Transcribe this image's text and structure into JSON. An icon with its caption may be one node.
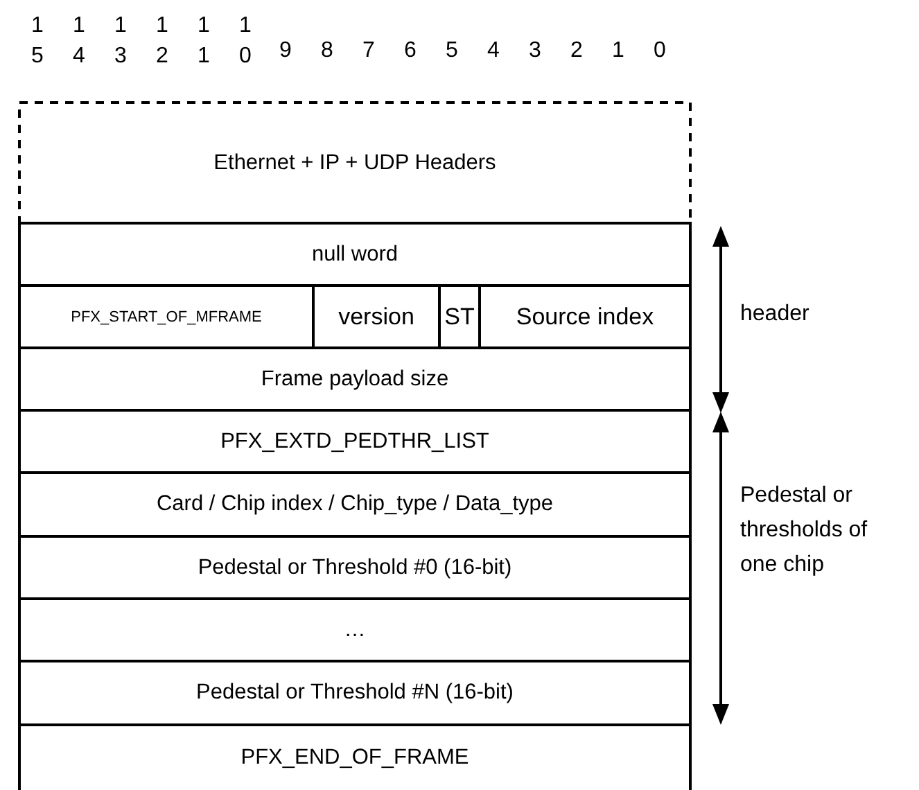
{
  "diagram": {
    "nodes": [
      {
        "text": [
          "Ethernet + IP + UDP Headers"
        ]
      },
      {
        "text": [
          "null word"
        ]
      },
      {
        "text": [
          "PFX_START_OF_MFRAME"
        ]
      },
      {
        "text": [
          "version"
        ]
      },
      {
        "text": [
          "ST"
        ]
      },
      {
        "text": [
          "Source index"
        ]
      },
      {
        "text": [
          "Frame payload size"
        ]
      },
      {
        "text": [
          "PFX_EXTD_PEDTHR_LIST"
        ]
      },
      {
        "text": [
          "Card / Chip index / Chip_type / Data_type"
        ]
      },
      {
        "text": [
          "Pedestal or Threshold #0 (16-bit)"
        ]
      },
      {
        "text": [
          "…"
        ]
      },
      {
        "text": [
          "Pedestal or Threshold #N (16-bit)"
        ]
      },
      {
        "text": [
          "PFX_END_OF_FRAME"
        ]
      }
    ],
    "labels": [
      "1 5",
      "1 4",
      "1 3",
      "1 2",
      "1 1",
      "1 0",
      "9",
      "8",
      "7",
      "6",
      "5",
      "4",
      "3",
      "2",
      "1",
      "0",
      "header",
      "Pedestal or thresholds of one chip"
    ]
  }
}
